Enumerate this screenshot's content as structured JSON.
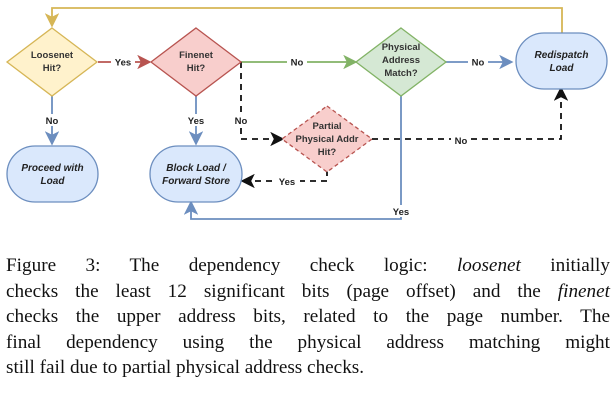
{
  "nodes": {
    "loosenet": {
      "line1": "Loosenet",
      "line2": "Hit?"
    },
    "finenet": {
      "line1": "Finenet",
      "line2": "Hit?"
    },
    "physical": {
      "line1": "Physical",
      "line2": "Address",
      "line3": "Match?"
    },
    "redispatch": {
      "line1": "Redispatch",
      "line2": "Load"
    },
    "proceed": {
      "line1": "Proceed with",
      "line2": "Load"
    },
    "block": {
      "line1": "Block Load /",
      "line2": "Forward Store"
    },
    "partial": {
      "line1": "Partial",
      "line2": "Physical  Addr",
      "line3": "Hit?"
    }
  },
  "edges": {
    "loosenet_yes": "Yes",
    "loosenet_no": "No",
    "finenet_no": "No",
    "finenet_yes": "Yes",
    "finenet_no_dashed": "No",
    "physical_no": "No",
    "physical_yes": "Yes",
    "partial_yes": "Yes",
    "partial_no": "No"
  },
  "colors": {
    "yellow_fill": "#fff2cc",
    "yellow_stroke": "#d6b656",
    "red_fill": "#f8cecc",
    "red_stroke": "#b85450",
    "green_fill": "#d5e8d4",
    "green_stroke": "#82b366",
    "blue_fill": "#dae8fc",
    "blue_stroke": "#6c8ebf"
  },
  "caption": {
    "l1a": "Figure 3: The dependency check logic: ",
    "l1b": "loosenet",
    "l1c": " initially",
    "l2a": "checks the least 12 significant bits (page offset) and the ",
    "l2b": "finenet",
    "l3": "checks the upper address bits, related to the page number. The",
    "l4": "final dependency using the physical address matching might",
    "l5": "still fail due to partial physical address checks."
  }
}
